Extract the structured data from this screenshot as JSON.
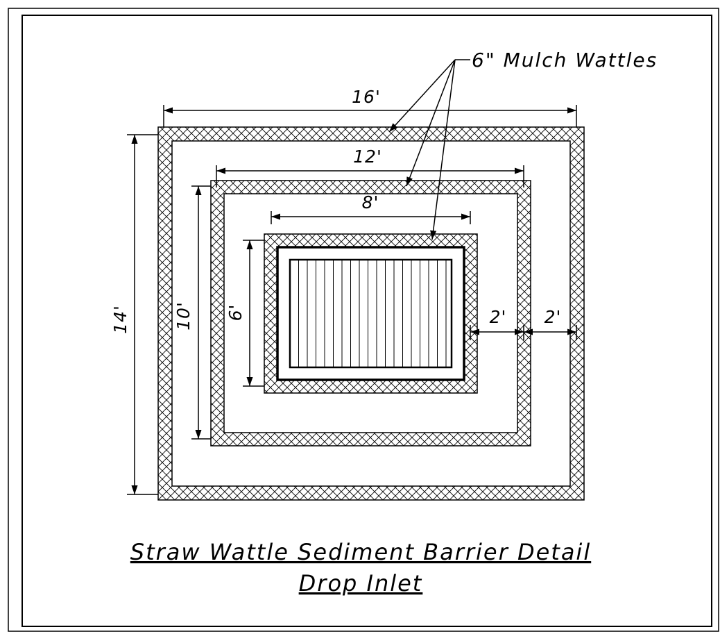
{
  "callout": {
    "label": "6\" Mulch Wattles"
  },
  "dimensions": {
    "outer_width": "16'",
    "middle_width": "12'",
    "inner_width": "8'",
    "outer_height": "14'",
    "middle_height": "10'",
    "inner_height": "6'",
    "spacing_inner": "2'",
    "spacing_outer": "2'"
  },
  "title": {
    "line1": "Straw Wattle Sediment Barrier Detail",
    "line2": "Drop Inlet"
  }
}
